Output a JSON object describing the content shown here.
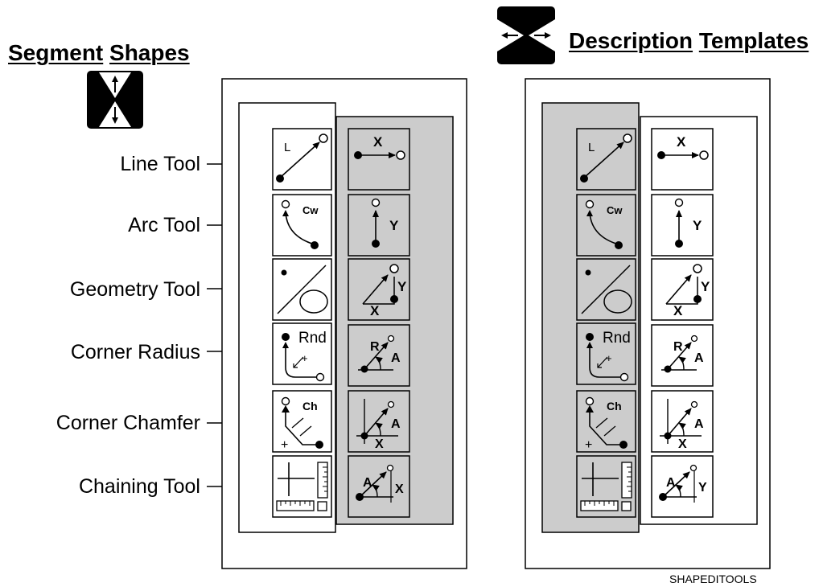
{
  "left_heading": {
    "word1": "Segment",
    "word2": "Shapes",
    "icon": "vertical-arrows-toggle-icon"
  },
  "right_heading": {
    "word1": "Description",
    "word2": "Templates",
    "icon": "horizontal-arrows-toggle-icon"
  },
  "tool_labels": [
    "Line Tool",
    "Arc Tool",
    "Geometry Tool",
    "Corner Radius",
    "Corner Chamfer",
    "Chaining Tool"
  ],
  "segment_icons": {
    "line": "L",
    "arc": "Cw",
    "radius": "Rnd",
    "chamfer": "Ch"
  },
  "left_templates": {
    "t1": "X",
    "t2": "Y",
    "t3_y": "Y",
    "t3_x": "X",
    "t4_r": "R",
    "t4_a": "A",
    "t5_a": "A",
    "t5_x": "X",
    "t6_a": "A",
    "t6_x": "X"
  },
  "right_templates": {
    "t1": "X",
    "t2": "Y",
    "t3_y": "Y",
    "t3_x": "X",
    "t4_r": "R",
    "t4_a": "A",
    "t5_a": "A",
    "t5_x": "X",
    "t6_a": "A",
    "t6_y": "Y"
  },
  "footer": "SHAPEDITOOLS",
  "colors": {
    "panel_gray": "#cccccc",
    "ink": "#000000",
    "paper": "#ffffff"
  }
}
